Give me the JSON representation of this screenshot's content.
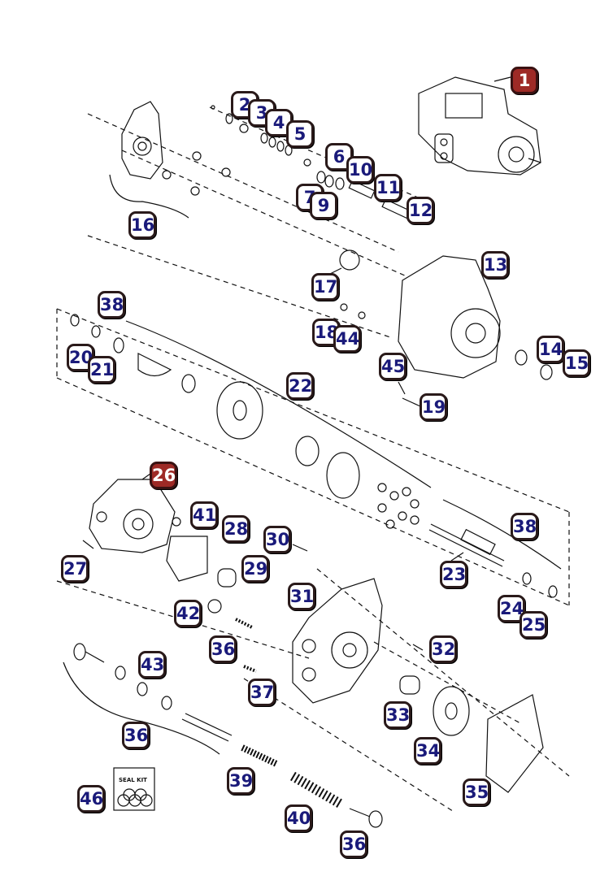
{
  "colors": {
    "callout_text": "#1a1a7a",
    "callout_border": "#2a1a1a",
    "callout_highlight": "#9e2a26",
    "line": "#111111"
  },
  "callouts": {
    "c1": "1",
    "c2": "2",
    "c3": "3",
    "c4": "4",
    "c5": "5",
    "c6": "6",
    "c7": "7",
    "c9": "9",
    "c10": "10",
    "c11": "11",
    "c12": "12",
    "c13": "13",
    "c14": "14",
    "c15": "15",
    "c16": "16",
    "c17": "17",
    "c18": "18",
    "c19": "19",
    "c20": "20",
    "c21": "21",
    "c22": "22",
    "c23": "23",
    "c24": "24",
    "c25": "25",
    "c26": "26",
    "c27": "27",
    "c28": "28",
    "c29": "29",
    "c30": "30",
    "c31": "31",
    "c32": "32",
    "c33": "33",
    "c34": "34",
    "c35": "35",
    "c36a": "36",
    "c36b": "36",
    "c36c": "36",
    "c37": "37",
    "c38a": "38",
    "c38b": "38",
    "c39": "39",
    "c40": "40",
    "c41": "41",
    "c42": "42",
    "c43": "43",
    "c44": "44",
    "c45": "45",
    "c46": "46"
  },
  "highlighted": [
    "1",
    "26"
  ],
  "seal_kit": {
    "label": "SEAL KIT"
  }
}
